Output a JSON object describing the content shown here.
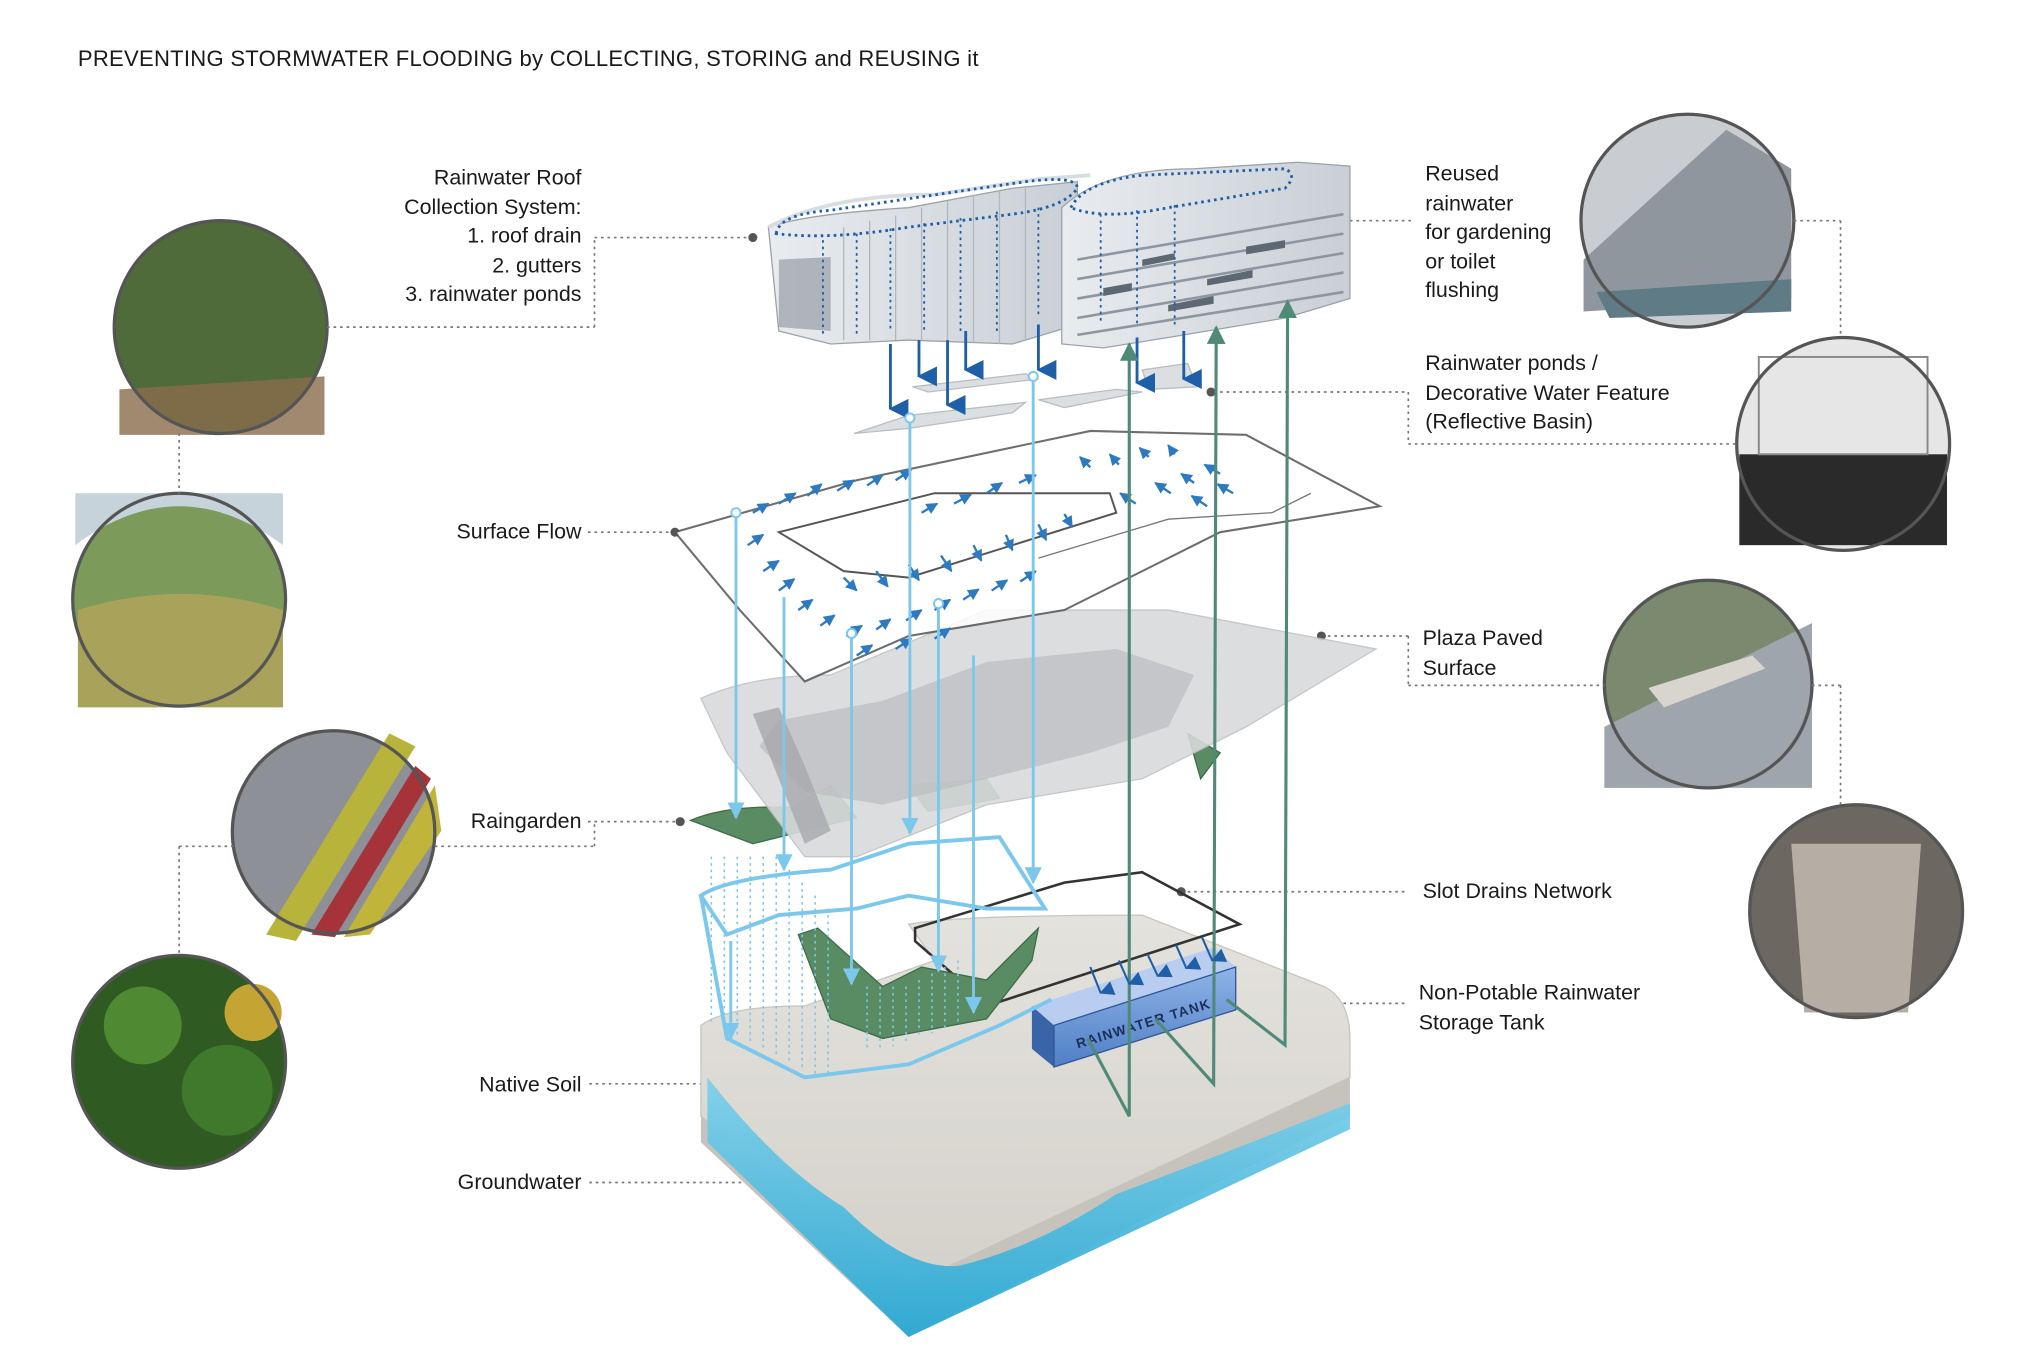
{
  "title": "PREVENTING STORMWATER FLOODING by COLLECTING, STORING and REUSING it",
  "labels": {
    "roof": "Rainwater Roof\nCollection System:\n1. roof drain\n2. gutters\n3. rainwater ponds",
    "surface_flow": "Surface Flow",
    "raingarden": "Raingarden",
    "native_soil": "Native Soil",
    "groundwater": "Groundwater",
    "reused": "Reused\nrainwater\nfor gardening\nor toilet\nflushing",
    "ponds": "Rainwater ponds /\nDecorative Water Feature\n(Reflective Basin)",
    "plaza": "Plaza Paved\nSurface",
    "slot_drains": "Slot Drains Network",
    "tank": "Non-Potable Rainwater\nStorage Tank"
  },
  "tank_text": "RAINWATER TANK",
  "colors": {
    "text": "#1a1a1a",
    "leader": "#777777",
    "rain_blue": "#1f5fa8",
    "flow_light_blue": "#7cc7ec",
    "reuse_green": "#4f8a78",
    "raingarden_green": "#5a8c63",
    "soil": "#dedcd5",
    "groundwater": "#3fb2d6",
    "tank": "#5a86c8"
  },
  "icons": [
    "green-wall-photo",
    "green-roof-photo",
    "raingarden-photo",
    "rain-plants-photo",
    "building-photo",
    "reflective-pond-photo",
    "plaza-bench-photo",
    "courtyard-photo"
  ]
}
